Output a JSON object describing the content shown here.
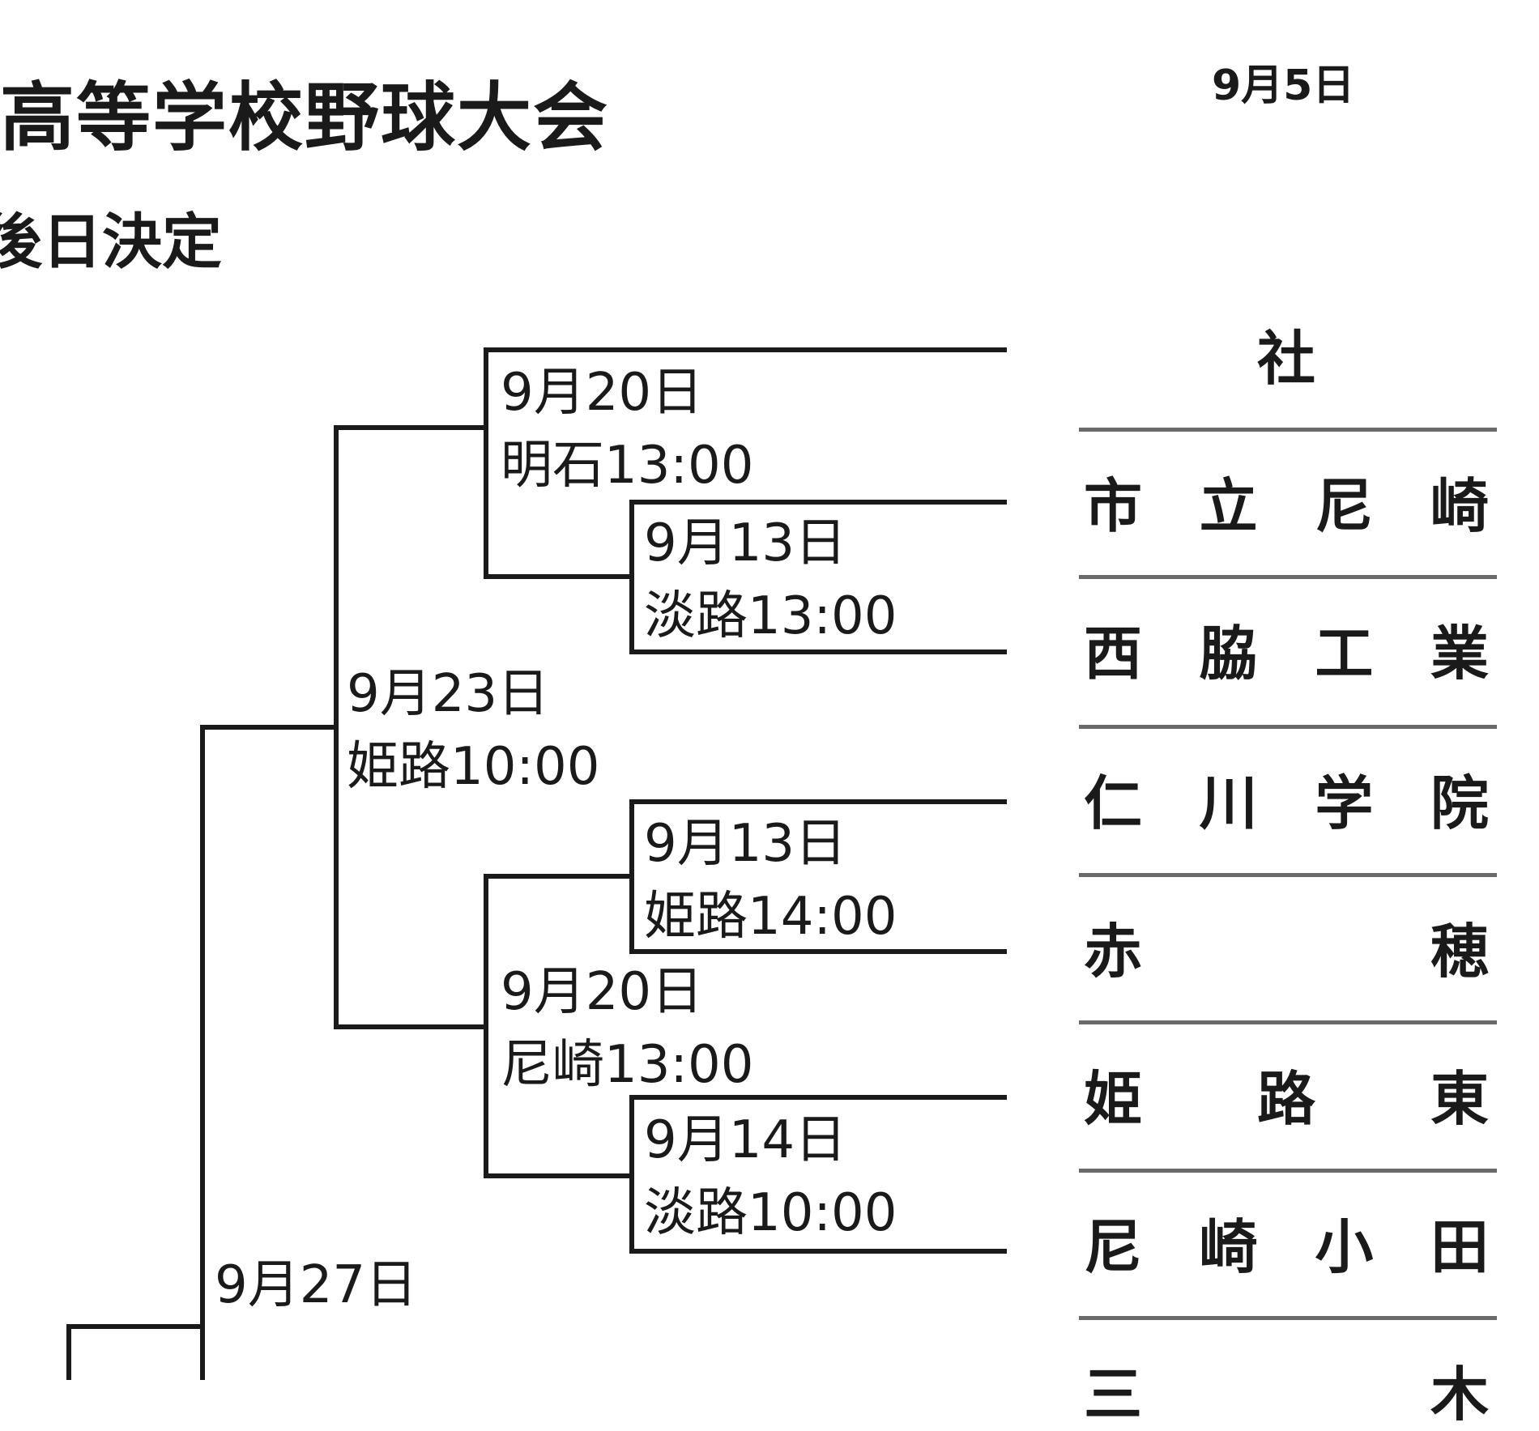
{
  "header": {
    "title": "高等学校野球大会",
    "subtitle": "後日決定",
    "issue_date": "9月5日"
  },
  "matches": [
    {
      "date": "9月20日",
      "venue_time": "明石13:00"
    },
    {
      "date": "9月13日",
      "venue_time": "淡路13:00"
    },
    {
      "date": "9月23日",
      "venue_time": "姫路10:00"
    },
    {
      "date": "9月13日",
      "venue_time": "姫路14:00"
    },
    {
      "date": "9月20日",
      "venue_time": "尼崎13:00"
    },
    {
      "date": "9月14日",
      "venue_time": "淡路10:00"
    },
    {
      "date": "9月27日",
      "venue_time": ""
    }
  ],
  "teams": [
    {
      "chars": [
        "社"
      ]
    },
    {
      "chars": [
        "市",
        "立",
        "尼",
        "崎"
      ]
    },
    {
      "chars": [
        "西",
        "脇",
        "工",
        "業"
      ]
    },
    {
      "chars": [
        "仁",
        "川",
        "学",
        "院"
      ]
    },
    {
      "chars": [
        "赤",
        "穂"
      ]
    },
    {
      "chars": [
        "姫",
        "路",
        "東"
      ]
    },
    {
      "chars": [
        "尼",
        "崎",
        "小",
        "田"
      ]
    },
    {
      "chars": [
        "三",
        "木"
      ]
    }
  ]
}
